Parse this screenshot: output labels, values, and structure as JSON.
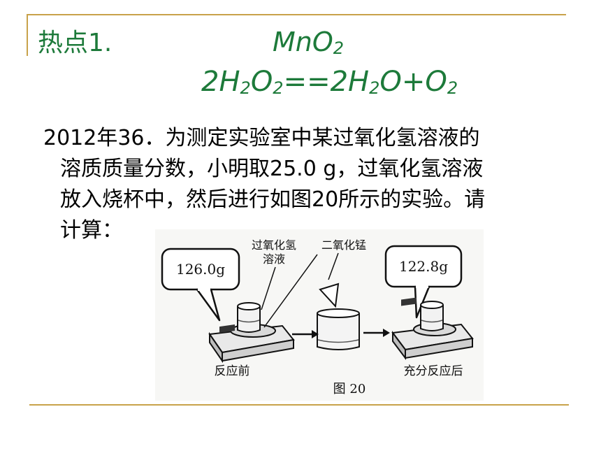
{
  "slide": {
    "title_label": "热点1.",
    "catalyst": {
      "base": "MnO",
      "sub": "2"
    },
    "equation": {
      "parts": [
        {
          "t": "2H"
        },
        {
          "s": "2"
        },
        {
          "t": "O"
        },
        {
          "s": "2"
        },
        {
          "t": "==2H"
        },
        {
          "s": "2"
        },
        {
          "t": "O+O"
        },
        {
          "s": "2"
        }
      ]
    },
    "problem_lines": [
      "2012年36．为测定实验室中某过氧化氢溶液的",
      "溶质质量分数，小明取25.0 g，过氧化氢溶液",
      "放入烧杯中，然后进行如图20所示的实验。请",
      "计算："
    ]
  },
  "figure": {
    "reading_before": "126.0g",
    "reading_after": "122.8g",
    "label_h2o2_line1": "过氧化氢",
    "label_h2o2_line2": "溶液",
    "label_mno2": "二氧化锰",
    "caption_before": "反应前",
    "caption_after": "充分反应后",
    "figure_caption": "图 20"
  },
  "colors": {
    "accent_rule": "#c8a24a",
    "handwriting": "#1d7a3a"
  }
}
